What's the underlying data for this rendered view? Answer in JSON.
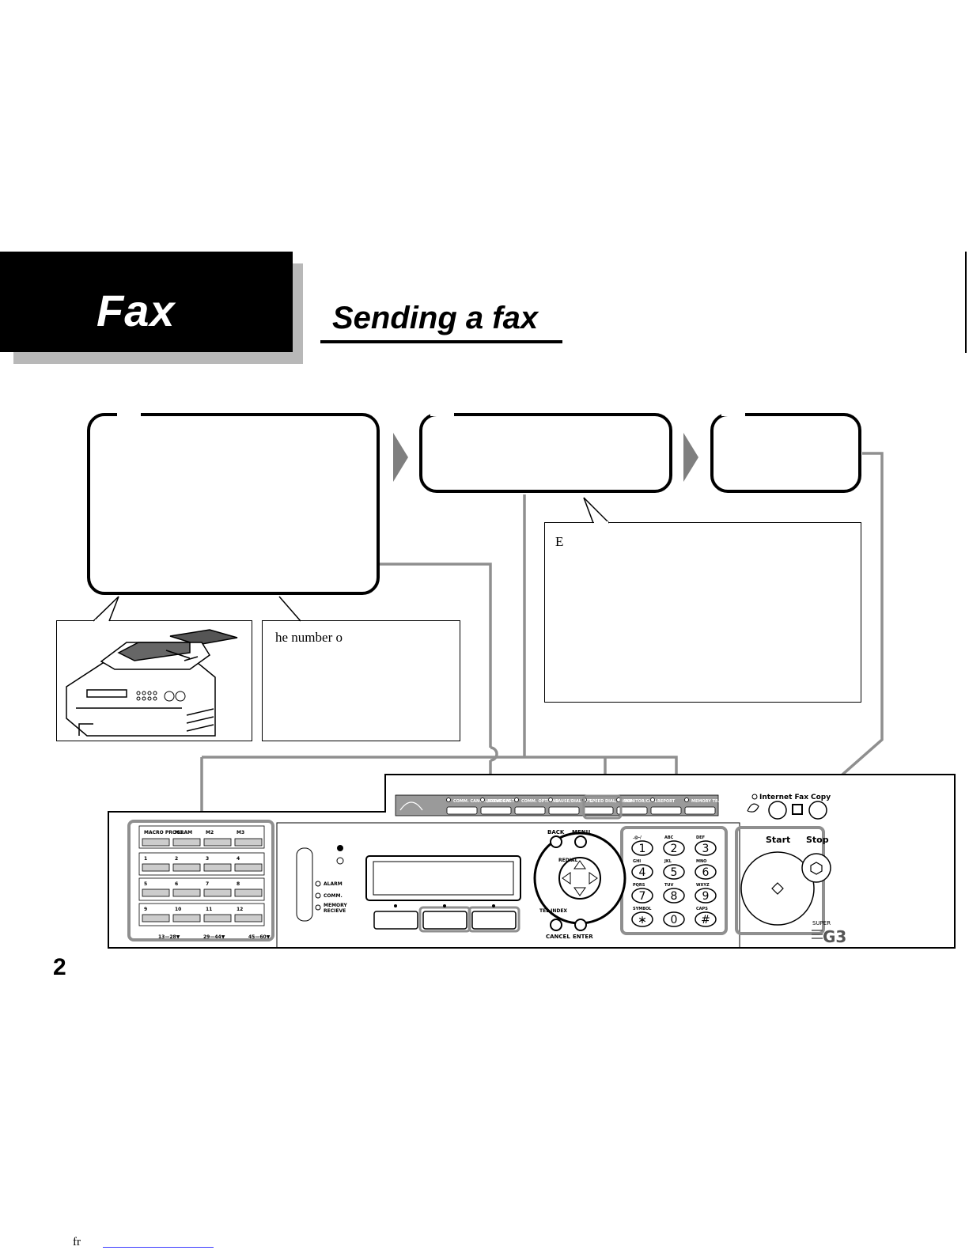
{
  "header": {
    "section_tab": "Fax",
    "title": "Sending a fax"
  },
  "callouts": {
    "middle_text": "he number o",
    "right_text": "E"
  },
  "footer": {
    "step_number": "2",
    "prefix": "fr"
  },
  "panel": {
    "function_keys": [
      "COMM. CANCEL/CONFIRM.",
      "BROADCAST",
      "COMM. OPTIONS",
      "PAUSE/DIAL OPT.",
      "SPEED DIAL/GROUP",
      "MONITOR/CALL",
      "REPORT",
      "MEMORY TRANSMIT"
    ],
    "one_touch": {
      "top_labels": [
        "MACRO PROGRAM",
        "M1",
        "M2",
        "M3"
      ],
      "numbers": [
        "1",
        "2",
        "3",
        "4",
        "5",
        "6",
        "7",
        "8",
        "9",
        "10",
        "11",
        "12"
      ],
      "page_labels": [
        "13—28▼",
        "29—44▼",
        "45—60▼"
      ]
    },
    "indicators": [
      "ALARM",
      "COMM.",
      "MEMORY RECIEVE"
    ],
    "nav": {
      "back": "BACK",
      "menu": "MENU",
      "redial": "REDIAL",
      "tel_index": "TEL INDEX",
      "cancel": "CANCEL",
      "enter": "ENTER"
    },
    "keypad": {
      "keys": [
        "1",
        "2",
        "3",
        "4",
        "5",
        "6",
        "7",
        "8",
        "9",
        "∗",
        "0",
        "#"
      ],
      "letters": [
        ".@-/",
        "ABC",
        "DEF",
        "GHI",
        "JKL",
        "MNO",
        "PQRS",
        "TUV",
        "WXYZ",
        "SYMBOL",
        "",
        "CAPS"
      ]
    },
    "internet_fax": "Internet Fax",
    "copy": "Copy",
    "start": "Start",
    "stop": "Stop",
    "logo_small": "SUPER",
    "logo_big": "G3"
  }
}
